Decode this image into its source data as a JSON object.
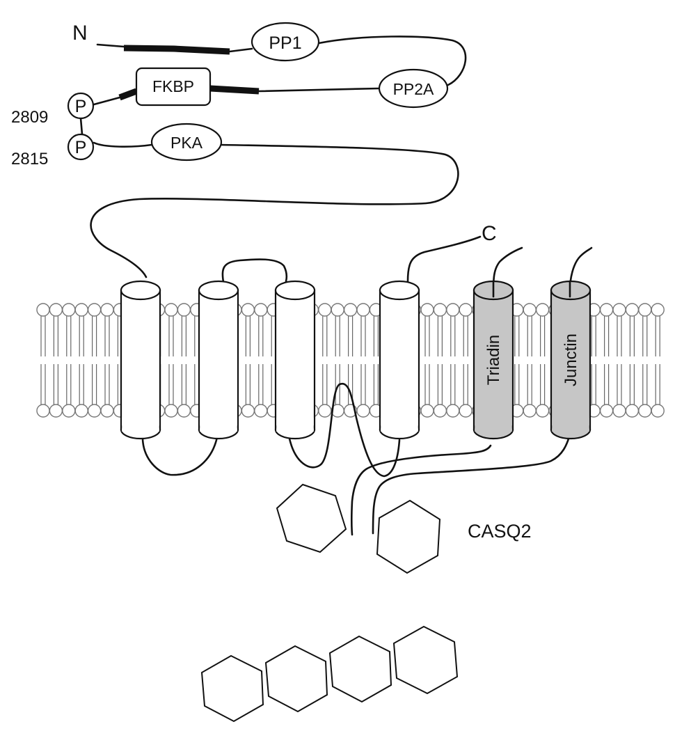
{
  "labels": {
    "n_terminus": "N",
    "c_terminus": "C",
    "pp1": "PP1",
    "pp2a": "PP2A",
    "fkbp": "FKBP",
    "pka": "PKA",
    "phospho_1": "P",
    "phospho_2": "P",
    "residue_2809": "2809",
    "residue_2815": "2815",
    "triadin": "Triadin",
    "junctin": "Junctin",
    "casq2": "CASQ2"
  },
  "colors": {
    "line": "#111111",
    "accessory_protein_fill": "#c6c6c6",
    "channel_fill": "#ffffff",
    "lipid_outline": "#777777"
  }
}
